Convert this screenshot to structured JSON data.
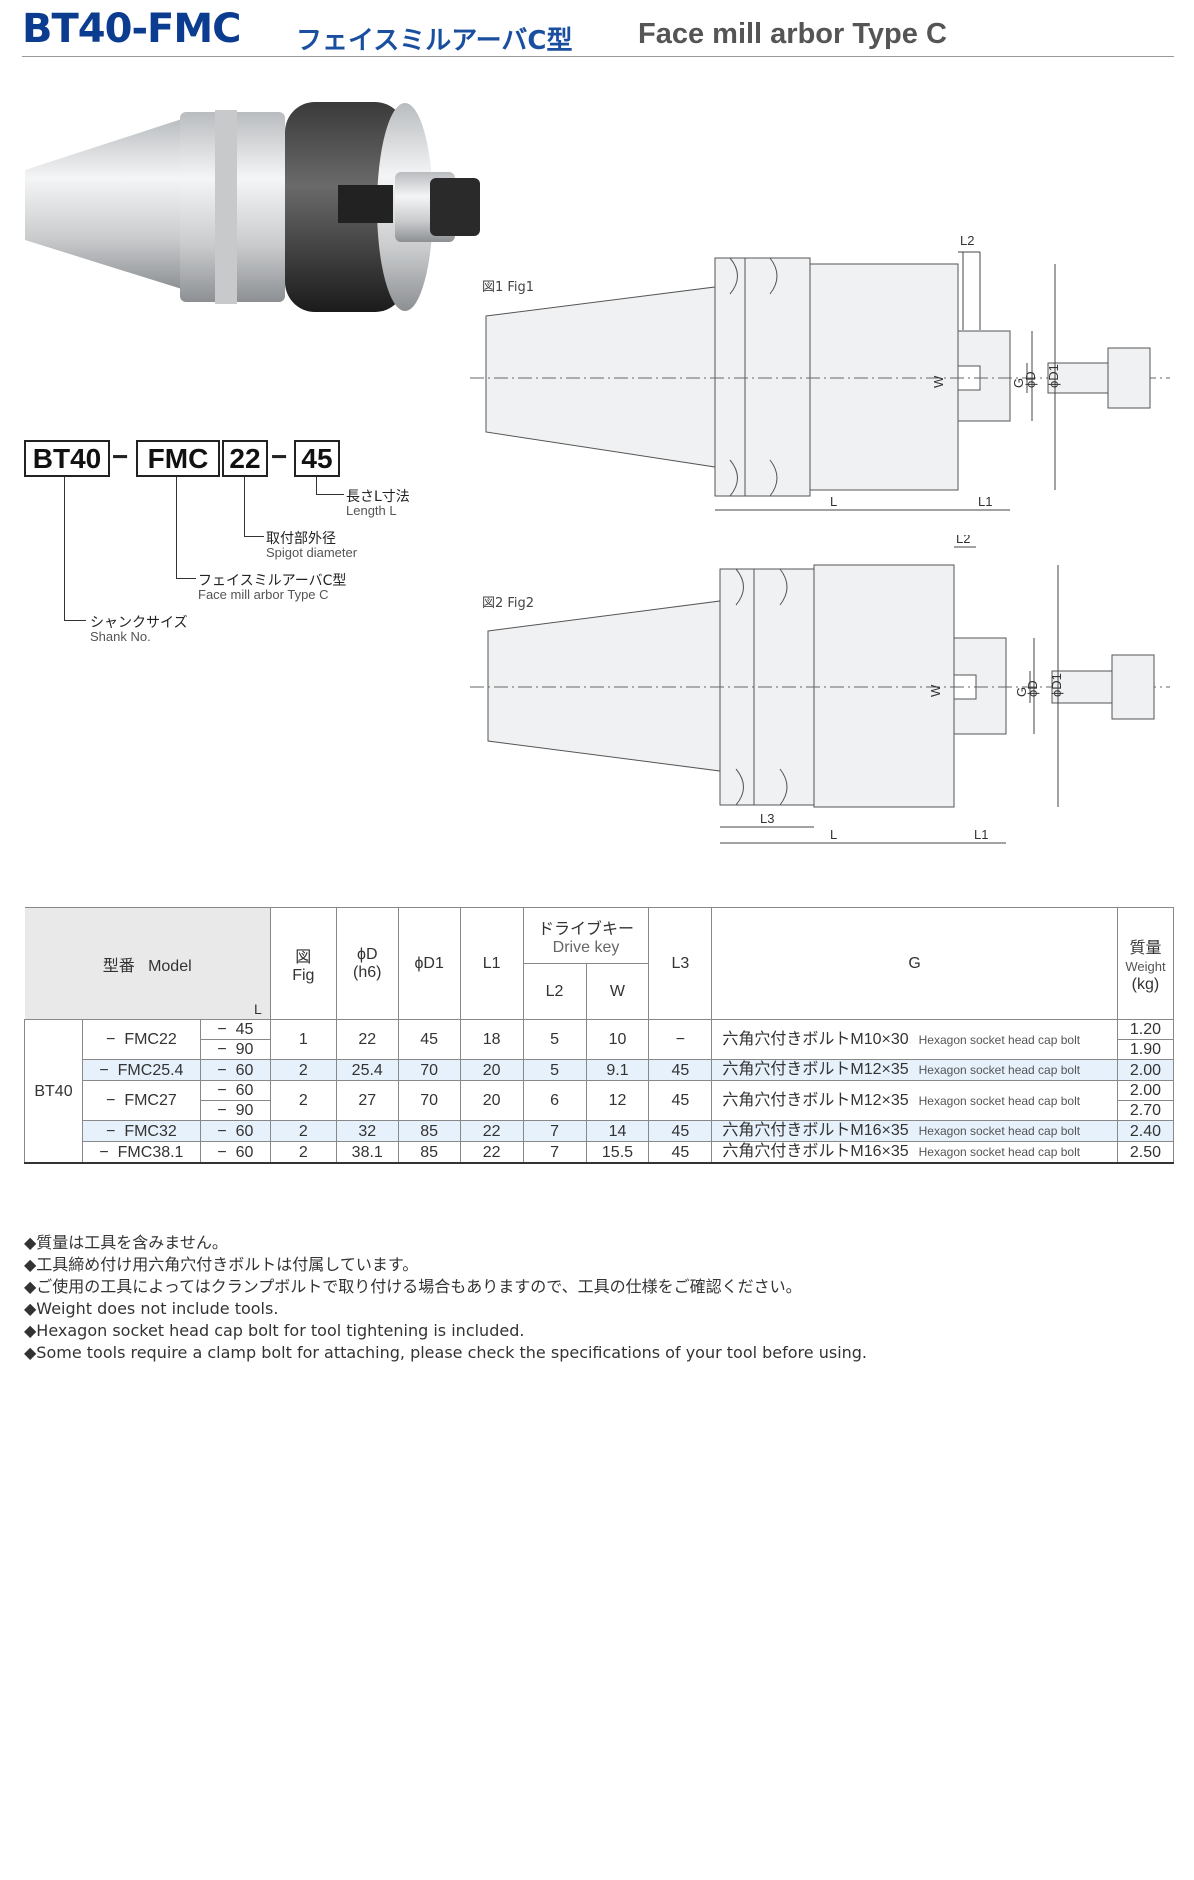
{
  "header": {
    "model": "BT40-FMC",
    "title_jp": "フェイスミルアーバC型",
    "title_en": "Face mill arbor Type C"
  },
  "code": {
    "parts": [
      "BT40",
      "FMC",
      "22",
      "45"
    ],
    "dash": "−",
    "legend": [
      {
        "jp": "長さL寸法",
        "en": "Length L"
      },
      {
        "jp": "取付部外径",
        "en": "Spigot diameter"
      },
      {
        "jp": "フェイスミルアーバC型",
        "en": "Face mill arbor Type C"
      },
      {
        "jp": "シャンクサイズ",
        "en": "Shank No."
      }
    ]
  },
  "figures": {
    "fig1": "図1 Fig1",
    "fig2": "図2 Fig2",
    "dims": {
      "L": "L",
      "L1": "L1",
      "L2": "L2",
      "L3": "L3",
      "W": "W",
      "D": "ϕD",
      "D1": "ϕD1",
      "G": "G"
    }
  },
  "table": {
    "headers": {
      "model_jp": "型番",
      "model_en": "Model",
      "L": "L",
      "fig_jp": "図",
      "fig_en": "Fig",
      "D": "ϕD",
      "D_tol": "(h6)",
      "D1": "ϕD1",
      "L1": "L1",
      "drive_jp": "ドライブキー",
      "drive_en": "Drive key",
      "L2": "L2",
      "W": "W",
      "L3": "L3",
      "G": "G",
      "weight_jp": "質量",
      "weight_en": "Weight",
      "weight_unit": "(kg)"
    },
    "shank": "BT40",
    "rows": [
      {
        "model": "FMC22",
        "lengths": [
          "45",
          "90"
        ],
        "fig": "1",
        "D": "22",
        "D1": "45",
        "L1": "18",
        "L2": "5",
        "W": "10",
        "L3": "−",
        "g_jp": "六角穴付きボルトM10×30",
        "g_en": "Hexagon socket head cap bolt",
        "weights": [
          "1.20",
          "1.90"
        ]
      },
      {
        "model": "FMC25.4",
        "lengths": [
          "60"
        ],
        "fig": "2",
        "D": "25.4",
        "D1": "70",
        "L1": "20",
        "L2": "5",
        "W": "9.1",
        "L3": "45",
        "g_jp": "六角穴付きボルトM12×35",
        "g_en": "Hexagon socket head cap bolt",
        "weights": [
          "2.00"
        ]
      },
      {
        "model": "FMC27",
        "lengths": [
          "60",
          "90"
        ],
        "fig": "2",
        "D": "27",
        "D1": "70",
        "L1": "20",
        "L2": "6",
        "W": "12",
        "L3": "45",
        "g_jp": "六角穴付きボルトM12×35",
        "g_en": "Hexagon socket head cap bolt",
        "weights": [
          "2.00",
          "2.70"
        ]
      },
      {
        "model": "FMC32",
        "lengths": [
          "60"
        ],
        "fig": "2",
        "D": "32",
        "D1": "85",
        "L1": "22",
        "L2": "7",
        "W": "14",
        "L3": "45",
        "g_jp": "六角穴付きボルトM16×35",
        "g_en": "Hexagon socket head cap bolt",
        "weights": [
          "2.40"
        ]
      },
      {
        "model": "FMC38.1",
        "lengths": [
          "60"
        ],
        "fig": "2",
        "D": "38.1",
        "D1": "85",
        "L1": "22",
        "L2": "7",
        "W": "15.5",
        "L3": "45",
        "g_jp": "六角穴付きボルトM16×35",
        "g_en": "Hexagon socket head cap bolt",
        "weights": [
          "2.50"
        ]
      }
    ]
  },
  "notes": [
    "◆質量は工具を含みません。",
    "◆工具締め付け用六角穴付きボルトは付属しています。",
    "◆ご使用の工具によってはクランプボルトで取り付ける場合もありますので、工具の仕様をご確認ください。",
    "◆Weight does not include tools.",
    "◆Hexagon socket head cap bolt for tool tightening is included.",
    "◆Some tools require a clamp bolt for attaching, please check the specifications of your tool before using."
  ]
}
